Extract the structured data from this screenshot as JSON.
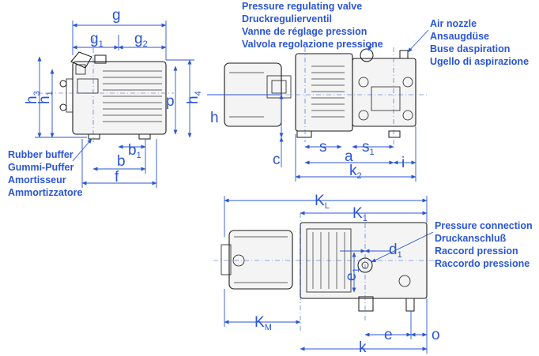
{
  "labels": {
    "pressure_valve": [
      "Pressure regulating valve",
      "Druckregulierventil",
      "Vanne de réglage pression",
      "Valvola regolazione pressione"
    ],
    "air_nozzle": [
      "Air nozzle",
      "Ansaugdüse",
      "Buse daspiration",
      "Ugello di aspirazione"
    ],
    "rubber_buffer": [
      "Rubber buffer",
      "Gummi-Puffer",
      "Amortisseur",
      "Ammortizzatore"
    ],
    "pressure_connection": [
      "Pressure connection",
      "Druckanschluß",
      "Raccord pression",
      "Raccordo pressione"
    ]
  },
  "dimensions": {
    "g": "g",
    "g1": "g",
    "g1_sub": "1",
    "g2": "g",
    "g2_sub": "2",
    "h3": "h",
    "h3_sub": "3",
    "h1": "h",
    "h1_sub": "1",
    "p": "p",
    "h4": "h",
    "h4_sub": "4",
    "b1": "b",
    "b1_sub": "1",
    "b": "b",
    "f": "f",
    "h": "h",
    "c": "c",
    "s": "s",
    "s1": "s",
    "s1_sub": "1",
    "a": "a",
    "i": "i",
    "k2": "k",
    "k2_sub": "2",
    "KL": "K",
    "KL_sub": "L",
    "K1": "K",
    "K1_sub": "1",
    "d1": "d",
    "d1_sub": "1",
    "e1": "e",
    "e1_sub": "1",
    "KM": "K",
    "KM_sub": "M",
    "e": "e",
    "o": "o",
    "k": "k"
  }
}
